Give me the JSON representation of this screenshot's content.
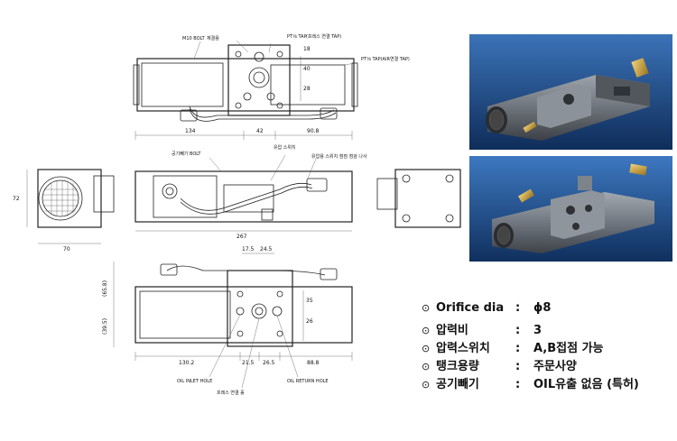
{
  "drawing_labels": {
    "m10_bolt": "M10 BOLT",
    "m10_bolt_note": "체결용",
    "pt_tap_1": "PT⅛ TAP",
    "pt_tap_1_note": "(프레스 연결 TAP)",
    "pt_tap_2": "PT⅛ TAP(AIR",
    "pt_tap_2_note": "연결 TAP)",
    "air_vent_bolt": "공기빼기 BOLT",
    "pressure_switch": "유압 스위치",
    "hyd_switch_note": "유압용 스위치 점점 점검 나사",
    "oil_inlet_hole": "OIL INLET HOLE",
    "press_connect": "프레스 연결 홀",
    "oil_return_hole": "OIL RETURN HOLE"
  },
  "dimensions": {
    "top_view": {
      "d134": "134",
      "d42": "42",
      "d90_8": "90.8",
      "d28": "28",
      "d18": "18",
      "d40": "40"
    },
    "side_view": {
      "d72": "72",
      "d70": "70",
      "d267": "267"
    },
    "bottom_view": {
      "d17_5": "17.5",
      "d24_5": "24.5",
      "d65_8": "(65.8)",
      "d39_5": "(39.5)",
      "d35": "35",
      "d26": "26",
      "d130_2": "130.2",
      "d21_5": "21.5",
      "d26_5": "26.5",
      "d88_8": "88.8"
    }
  },
  "specs": [
    {
      "key": "Orifice dia",
      "colon": ":",
      "value": "ϕ8"
    },
    {
      "key": "압력비",
      "colon": ":",
      "value": "3"
    },
    {
      "key": "압력스위치",
      "colon": ":",
      "value": "A,B접점 가능"
    },
    {
      "key": "탱크용량",
      "colon": ":",
      "value": "주문사양"
    },
    {
      "key": "공기빼기",
      "colon": ":",
      "value": "OIL유출 없음 (특허)"
    }
  ],
  "bullet": "⊙",
  "photos": [
    {
      "name": "booster-photo-front"
    },
    {
      "name": "booster-photo-rear"
    }
  ]
}
